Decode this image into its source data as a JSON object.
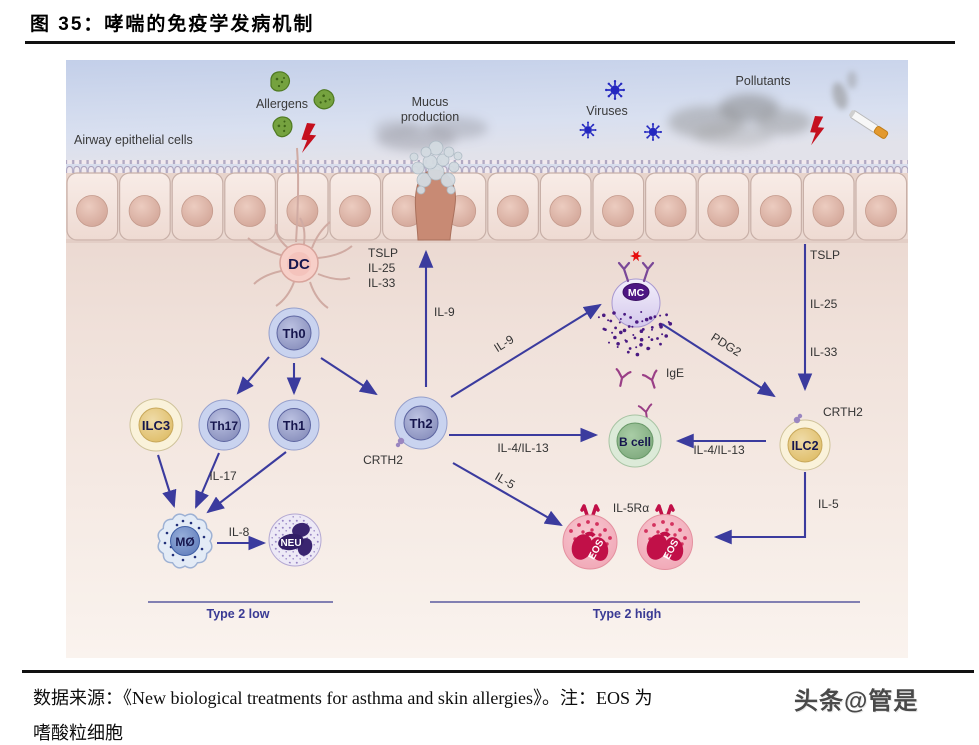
{
  "title": "图 35：哮喘的免疫学发病机制",
  "colors": {
    "arrow": "#3b3b9e",
    "type2_label": "#3a3a94",
    "mast_cell_purple": "#4d1583",
    "eos_crimson": "#c11048",
    "ilc_gold": "#ddb95e",
    "th_blue": "#8289b8",
    "bcell_green": "#7ba77a"
  },
  "diagram": {
    "environment": {
      "airway_label": "Airway epithelial cells",
      "allergens_label": "Allergens",
      "mucus_label_line1": "Mucus",
      "mucus_label_line2": "production",
      "viruses_label": "Viruses",
      "pollutants_label": "Pollutants"
    },
    "cells": {
      "dc": "DC",
      "th0": "Th0",
      "ilc3": "ILC3",
      "th17": "Th17",
      "th1": "Th1",
      "th2": "Th2",
      "mc": "MC",
      "b_cell": "B cell",
      "ilc2": "ILC2",
      "macrophage": "MØ",
      "neutrophil": "NEU",
      "eos": "EOS"
    },
    "mediators": {
      "tslp": "TSLP",
      "il25": "IL-25",
      "il33": "IL-33",
      "il9": "IL-9",
      "il17": "IL-17",
      "il8": "IL-8",
      "il4_il13": "IL-4/IL-13",
      "il5": "IL-5",
      "il5ra": "IL-5Rα",
      "ige": "IgE",
      "pdg2": "PDG2",
      "crth2": "CRTH2"
    },
    "groups": {
      "type2_low": "Type 2 low",
      "type2_high": "Type 2 high"
    }
  },
  "footer": {
    "source": "数据来源：《New biological treatments for asthma and skin allergies》。注：EOS 为",
    "source_continuation": "嗜酸粒细胞",
    "watermark": "头条@管是"
  }
}
